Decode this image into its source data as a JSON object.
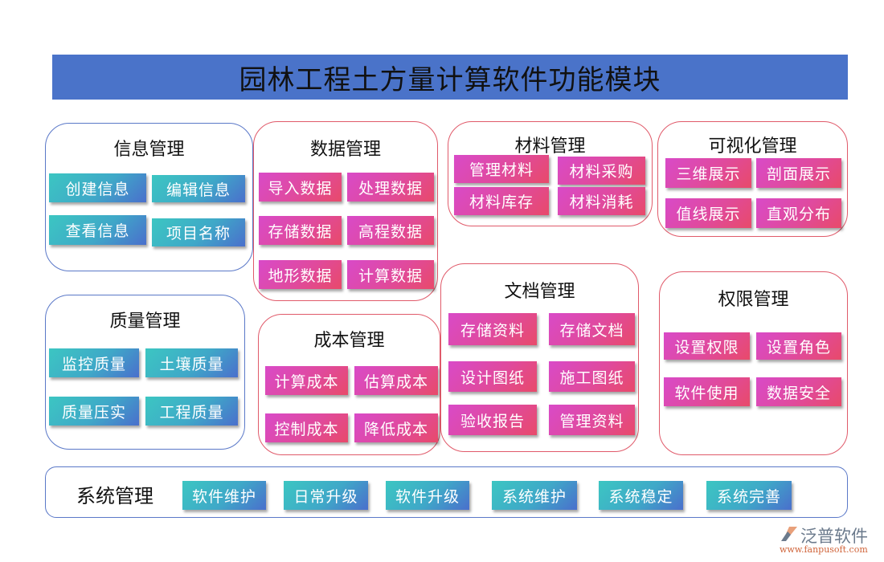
{
  "title": "园林工程土方量计算软件功能模块",
  "panels": [
    {
      "id": "info",
      "title": "信息管理",
      "style": "blue",
      "btn": "teal",
      "items": [
        "创建信息",
        "编辑信息",
        "查看信息",
        "项目名称"
      ]
    },
    {
      "id": "data",
      "title": "数据管理",
      "style": "red",
      "btn": "pink",
      "items": [
        "导入数据",
        "处理数据",
        "存储数据",
        "高程数据",
        "地形数据",
        "计算数据"
      ]
    },
    {
      "id": "material",
      "title": "材料管理",
      "style": "red",
      "btn": "pink",
      "items": [
        "管理材料",
        "材料采购",
        "材料库存",
        "材料消耗"
      ]
    },
    {
      "id": "visual",
      "title": "可视化管理",
      "style": "red",
      "btn": "pink",
      "items": [
        "三维展示",
        "剖面展示",
        "值线展示",
        "直观分布"
      ]
    },
    {
      "id": "quality",
      "title": "质量管理",
      "style": "blue",
      "btn": "teal",
      "items": [
        "监控质量",
        "土壤质量",
        "质量压实",
        "工程质量"
      ]
    },
    {
      "id": "cost",
      "title": "成本管理",
      "style": "red",
      "btn": "pink",
      "items": [
        "计算成本",
        "估算成本",
        "控制成本",
        "降低成本"
      ]
    },
    {
      "id": "doc",
      "title": "文档管理",
      "style": "red",
      "btn": "pink",
      "items": [
        "存储资料",
        "存储文档",
        "设计图纸",
        "施工图纸",
        "验收报告",
        "管理资料"
      ]
    },
    {
      "id": "permission",
      "title": "权限管理",
      "style": "red",
      "btn": "pink",
      "items": [
        "设置权限",
        "设置角色",
        "软件使用",
        "数据安全"
      ]
    }
  ],
  "system": {
    "title": "系统管理",
    "items": [
      "软件维护",
      "日常升级",
      "软件升级",
      "系统维护",
      "系统稳定",
      "系统完善"
    ]
  },
  "logo": {
    "name": "泛普软件",
    "url": "www.fanpusoft.com"
  },
  "colors": {
    "title_bar": "#4a73c9",
    "blue_border": "#5a78c8",
    "red_border": "#e05a6a",
    "teal_button": "#3fa8c8",
    "pink_button": "#e04a9c"
  }
}
